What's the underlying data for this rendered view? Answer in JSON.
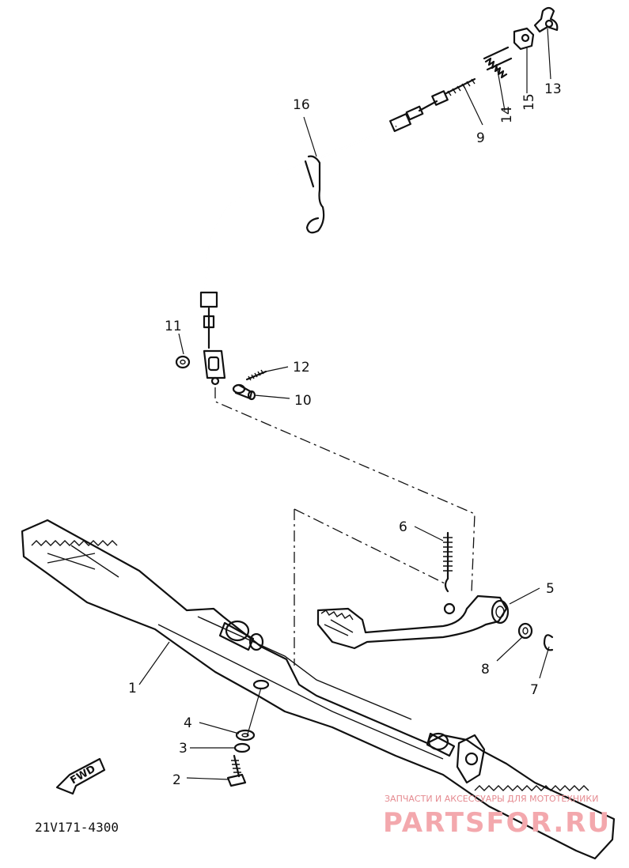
{
  "diagram": {
    "part_code": "21V171-4300",
    "fwd_label": "FWD",
    "callouts": [
      {
        "id": "c1",
        "number": "1"
      },
      {
        "id": "c2",
        "number": "2"
      },
      {
        "id": "c3",
        "number": "3"
      },
      {
        "id": "c4",
        "number": "4"
      },
      {
        "id": "c5",
        "number": "5"
      },
      {
        "id": "c6",
        "number": "6"
      },
      {
        "id": "c7",
        "number": "7"
      },
      {
        "id": "c8",
        "number": "8"
      },
      {
        "id": "c9",
        "number": "9"
      },
      {
        "id": "c10",
        "number": "10"
      },
      {
        "id": "c11",
        "number": "11"
      },
      {
        "id": "c12",
        "number": "12"
      },
      {
        "id": "c13",
        "number": "13"
      },
      {
        "id": "c14",
        "number": "14"
      },
      {
        "id": "c15",
        "number": "15"
      },
      {
        "id": "c16",
        "number": "16"
      }
    ]
  },
  "watermark": {
    "tagline": "ЗАПЧАСТИ И АКСЕССУАРЫ ДЛЯ МОТОТЕХНИКИ",
    "brand": "PARTSFOR.RU",
    "color": "#f3a8ad"
  }
}
